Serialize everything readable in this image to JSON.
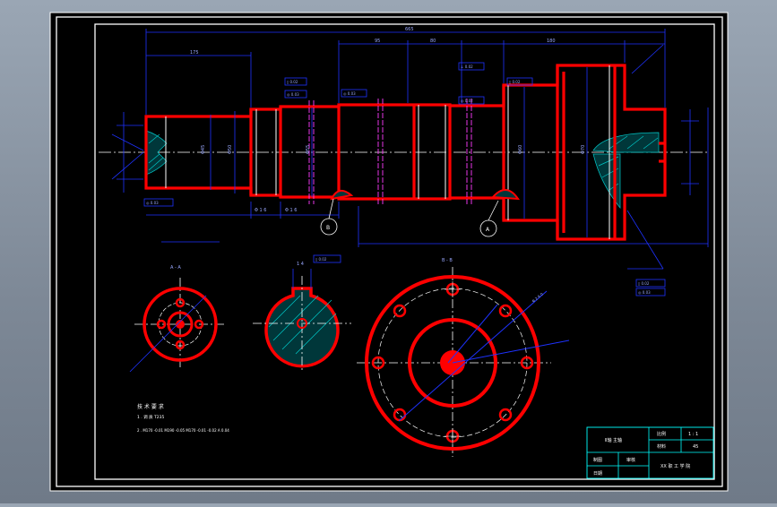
{
  "app": {
    "background_color": "#808b98",
    "sheet_color": "#000000"
  },
  "colors": {
    "outline": "#ff0000",
    "dim": "#1e32ff",
    "center": "#ffffff",
    "hatch": "#00c8c8",
    "aux": "#ff3cff",
    "title": "#00ffff"
  },
  "dimensions": {
    "overall": "665",
    "top_segments": [
      "175",
      "95",
      "80",
      "180"
    ],
    "left_stack": [
      "Φ45",
      "Φ50",
      "Φ55"
    ],
    "right_stack": [
      "Φ60",
      "Φ70"
    ],
    "bottom_left": [
      "Φ 1 6",
      "Φ 1 6"
    ]
  },
  "annotations": {
    "tolerance_boxes": [
      "▯ 0.02",
      "◎ 0.03",
      "◎ 0.03",
      "⊥ 0.02",
      "◎ 0.02",
      "▯ 0.02",
      "◎ 0.03"
    ],
    "section_labels": [
      "B",
      "A"
    ],
    "detail_boxes": [
      "▯ 0.02",
      "◎ 0.03"
    ]
  },
  "views": {
    "section_a_label": "A - A",
    "section_b_label": "B - B",
    "flange_label": "Φ 2 6 0",
    "keyway_label": "1 4",
    "keyway_tol": "▯ 0.02"
  },
  "notes": {
    "heading": "技 术 要 求",
    "line1": "1 . 调 质 T235",
    "line2": "2 . M170  -0.01  M190  -0.05  M170  -0.01  -0.02 A  0.04"
  },
  "title_block": {
    "part_name": "Ⅱ轴 主轴",
    "scale_label": "比例",
    "scale_value": "1 : 1",
    "material_label": "材料",
    "material_value": "45",
    "drawn_label": "制图",
    "checked_label": "审核",
    "date_label": "日期",
    "school": "XX 职 工 学 院"
  }
}
